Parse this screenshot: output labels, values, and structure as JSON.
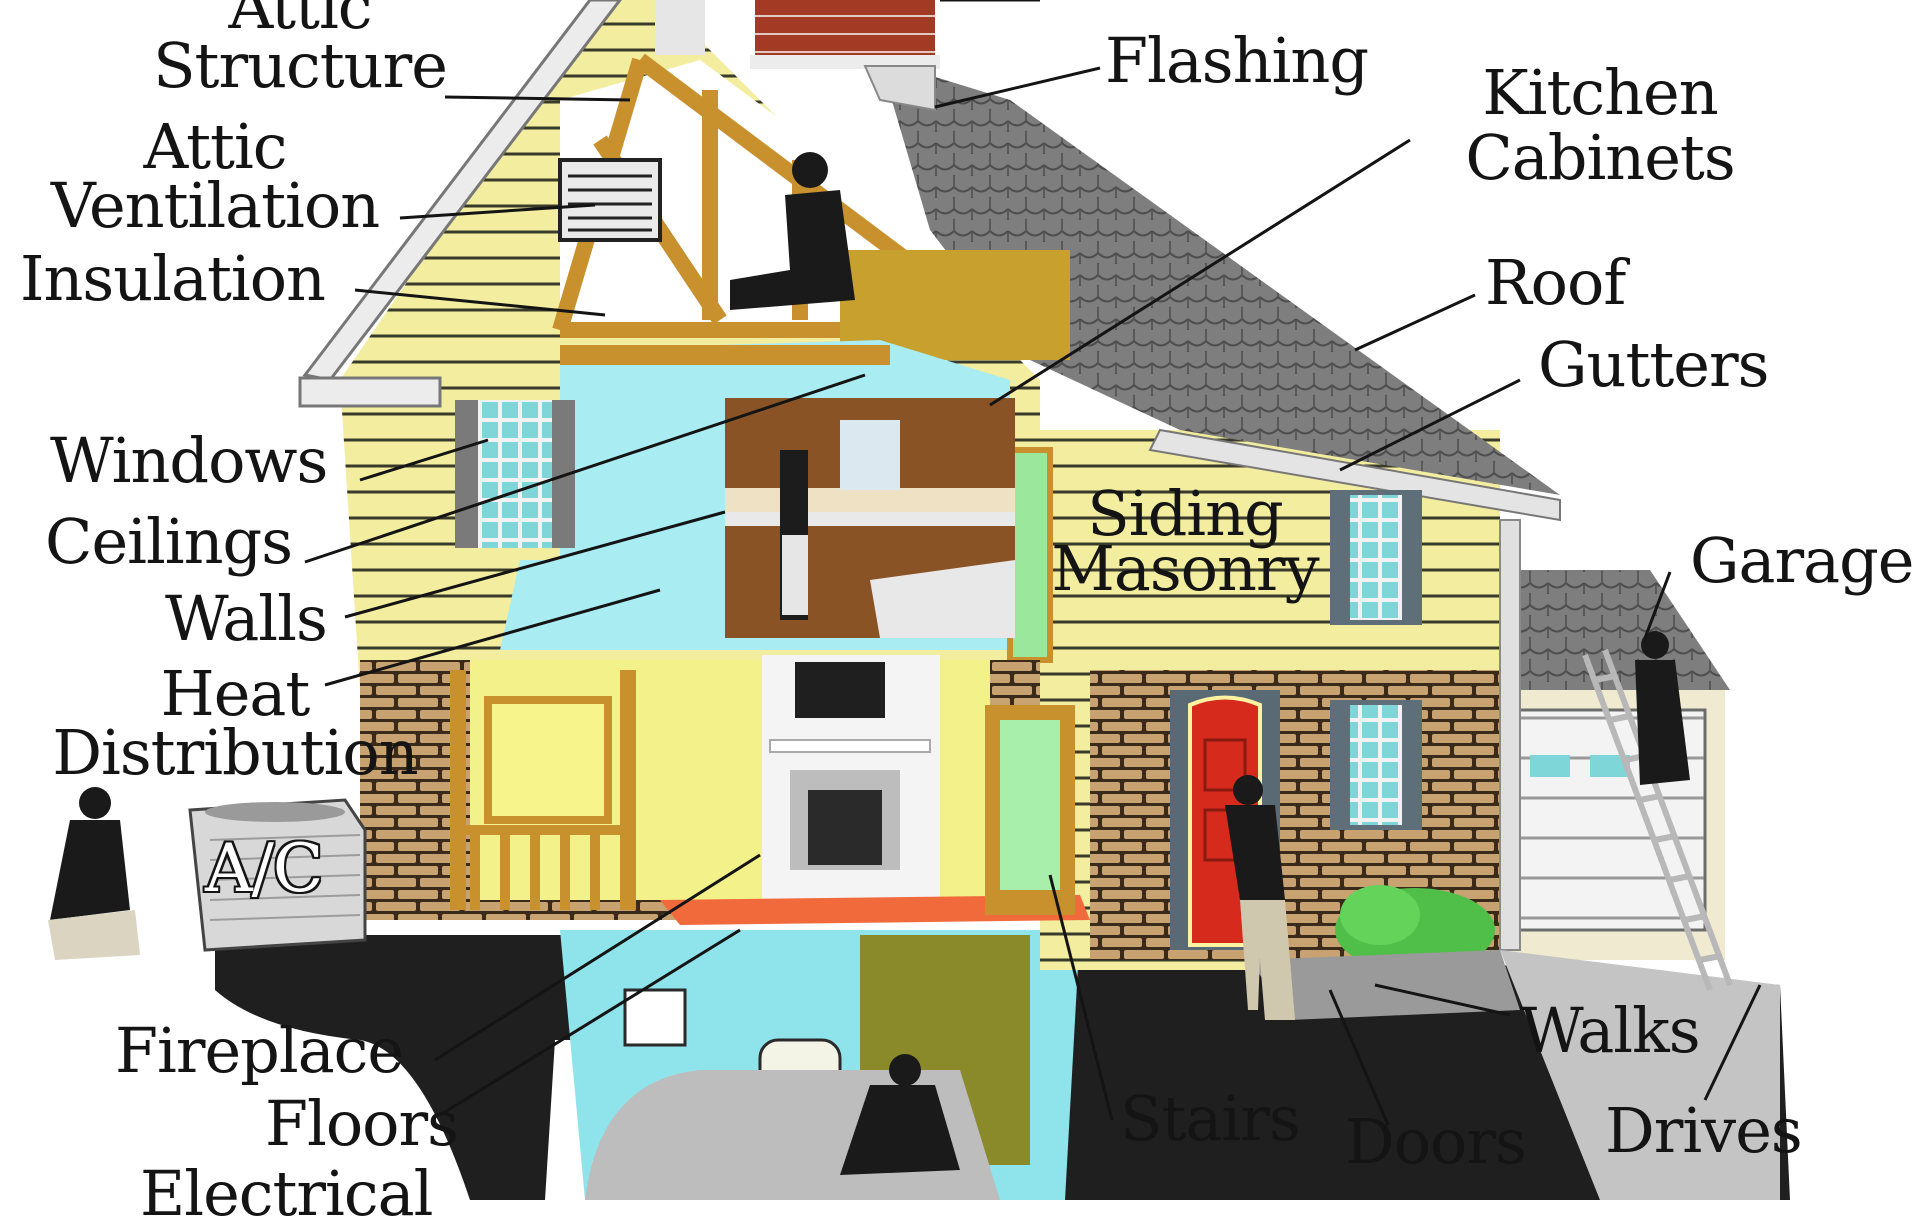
{
  "labels": {
    "attic_structure": "Attic\nStructure",
    "attic_ventilation": "Attic\nVentilation",
    "insulation": "Insulation",
    "windows": "Windows",
    "ceilings": "Ceilings",
    "walls": "Walls",
    "heat_distribution": "Heat\nDistribution",
    "fireplace": "Fireplace",
    "floors": "Floors",
    "electrical": "Electrical",
    "flashing": "Flashing",
    "kitchen_cabinets": "Kitchen\nCabinets",
    "roof": "Roof",
    "gutters": "Gutters",
    "siding_masonry": "Siding\nMasonry",
    "garage": "Garage",
    "walks": "Walks",
    "stairs": "Stairs",
    "doors": "Doors",
    "drives": "Drives",
    "ac": "A/C"
  },
  "colors": {
    "siding": "#f3eda0",
    "roof": "#7b7b7b",
    "roof_dark": "#5d5d5d",
    "frame": "#c8912e",
    "interior": "#a9ecf2",
    "brick": "#c9a272",
    "door": "#d62a1d",
    "ground": "#1c1c1c",
    "trim": "#efefef",
    "text": "#141414"
  }
}
